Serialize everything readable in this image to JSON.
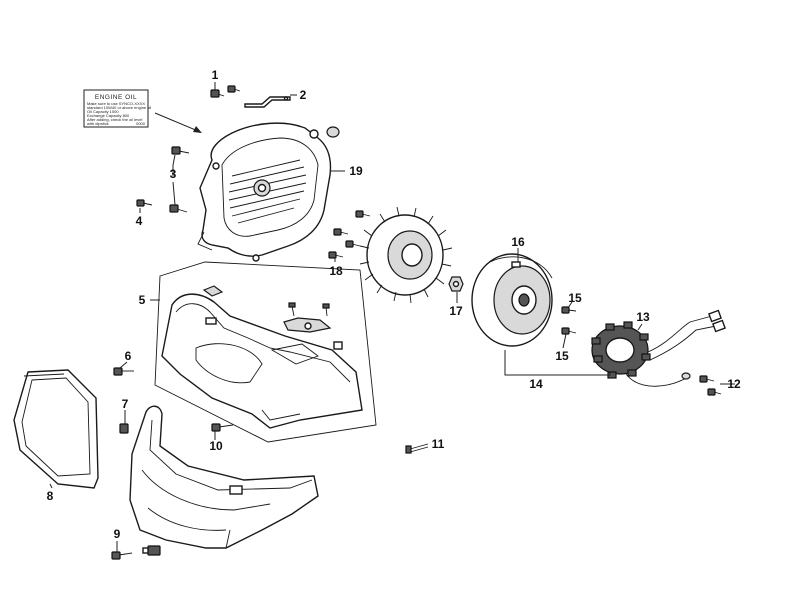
{
  "oil_label": {
    "title": "ENGINE OIL",
    "lines": [
      "Make sure to use SYNCO-XXXX",
      "standard 10W40 or above engine oil",
      "Oil Capacity       1000",
      "Exchange Capacity    800",
      "After adding, check the oil level",
      "with dipstick"
    ],
    "code": "0000"
  },
  "callouts": [
    "1",
    "2",
    "3",
    "4",
    "5",
    "6",
    "7",
    "8",
    "9",
    "10",
    "11",
    "12",
    "13",
    "14",
    "15",
    "15",
    "16",
    "17",
    "18",
    "19"
  ]
}
